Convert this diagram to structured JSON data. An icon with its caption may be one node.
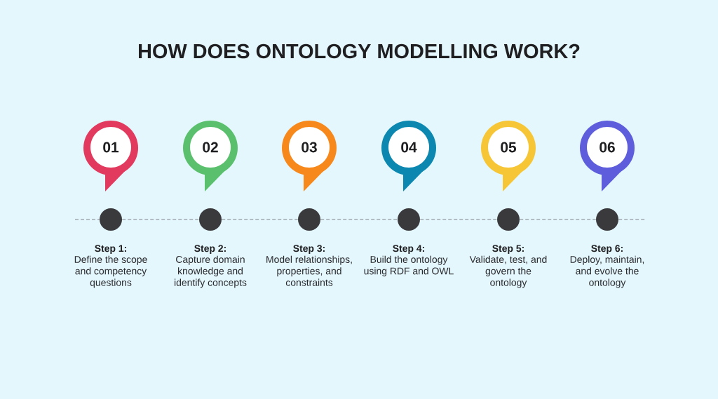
{
  "diagram": {
    "title": "HOW DOES ONTOLOGY MODELLING WORK?",
    "nodes": [
      {
        "text": [
          "01"
        ]
      },
      {
        "text": [
          "02"
        ]
      },
      {
        "text": [
          "03"
        ]
      },
      {
        "text": [
          "04"
        ]
      },
      {
        "text": [
          "05"
        ]
      },
      {
        "text": [
          "06"
        ]
      },
      {
        "text": [],
        "shape": "circle",
        "beside": [
          "Step 1:",
          "Define the scope and competency questions"
        ]
      },
      {
        "text": [],
        "shape": "circle",
        "beside": [
          "Step 2:",
          "Capture domain knowledge and identify concepts"
        ]
      },
      {
        "text": [],
        "shape": "circle",
        "beside": [
          "Step 3:",
          "Model relationships, properties, and constraints"
        ]
      },
      {
        "text": [],
        "shape": "circle",
        "beside": [
          "Step 4:",
          "Build the ontology using RDF and OWL"
        ]
      },
      {
        "text": [],
        "shape": "circle",
        "beside": [
          "Step 5:",
          "Validate, test, and govern the ontology"
        ]
      },
      {
        "text": [],
        "shape": "circle",
        "beside": [
          "Step 6:",
          "Deploy, maintain, and evolve the ontology"
        ]
      }
    ],
    "edges": [
      {
        "from": null,
        "to": 6,
        "arrow": "none",
        "style": "dashed"
      },
      {
        "from": 6,
        "to": 7,
        "arrow": "none",
        "style": "dashed"
      },
      {
        "from": 7,
        "to": 8,
        "arrow": "none",
        "style": "dashed"
      },
      {
        "from": 8,
        "to": 9,
        "arrow": "none",
        "style": "dashed"
      },
      {
        "from": 9,
        "to": 10,
        "arrow": "none",
        "style": "dashed"
      },
      {
        "from": 10,
        "to": 11,
        "arrow": "none",
        "style": "dashed"
      },
      {
        "from": 11,
        "to": null,
        "arrow": "none",
        "style": "dashed"
      }
    ]
  }
}
